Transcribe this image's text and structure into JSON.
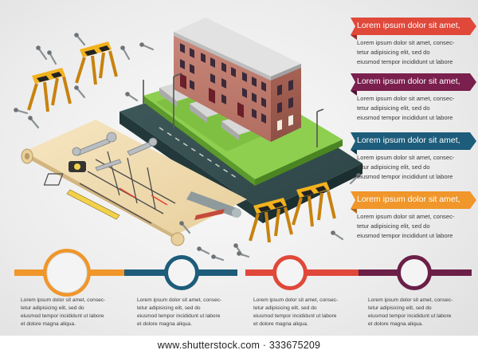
{
  "banners": [
    {
      "text": "Lorem ipsum dolor sit amet,",
      "color": "#e0483a"
    },
    {
      "text": "Lorem ipsum dolor sit amet,",
      "color": "#7a1f4e"
    },
    {
      "text": "Lorem ipsum dolor sit amet,",
      "color": "#1d5c7a"
    },
    {
      "text": "Lorem ipsum dolor sit amet,",
      "color": "#f0962a"
    }
  ],
  "side_paragraphs": [
    [
      "Lorem ipsum dolor sit amet, consec-",
      "tetur adipisicing elit, sed do",
      "eiusmod tempor incididunt ut labore"
    ],
    [
      "Lorem ipsum dolor sit amet, consec-",
      "tetur adipisicing elit, sed do",
      "eiusmod tempor incididunt ut labore"
    ],
    [
      "Lorem ipsum dolor sit amet, consec-",
      "tetur adipisicing elit, sed do",
      "eiusmod tempor incididunt ut labore"
    ],
    [
      "Lorem ipsum dolor sit amet, consec-",
      "tetur adipisicing elit, sed do",
      "eiusmod tempor incididunt ut labore"
    ]
  ],
  "timeline": {
    "colors": [
      "#f0962a",
      "#1d5c7a",
      "#e0483a",
      "#6b1f47"
    ],
    "paragraphs": [
      [
        "Lorem ipsum dolor sit amet, consec-",
        "tetur adipisicing elit, sed do",
        "eiusmod tempor incididunt ut labore",
        "et dolore magna aliqua."
      ],
      [
        "Lorem ipsum dolor sit amet, consec-",
        "tetur adipisicing elit, sed do",
        "eiusmod tempor incididunt ut labore",
        "et dolore magna aliqua."
      ],
      [
        "Lorem ipsum dolor sit amet, consec-",
        "tetur adipisicing elit, sed do",
        "eiusmod tempor incididunt ut labore",
        "et dolore magna aliqua."
      ],
      [
        "Lorem ipsum dolor sit amet, consec-",
        "tetur adipisicing elit, sed do",
        "eiusmod tempor incididunt ut labore",
        "et dolore magna aliqua."
      ]
    ]
  },
  "watermark": "www.shutterstock.com · 333675209",
  "illustration": {
    "icons": [
      "apartment-building-icon",
      "construction-barrier-icon",
      "blueprint-roll-icon",
      "wrench-icon",
      "tape-measure-icon",
      "screw-icon",
      "street-lamp-icon"
    ]
  }
}
